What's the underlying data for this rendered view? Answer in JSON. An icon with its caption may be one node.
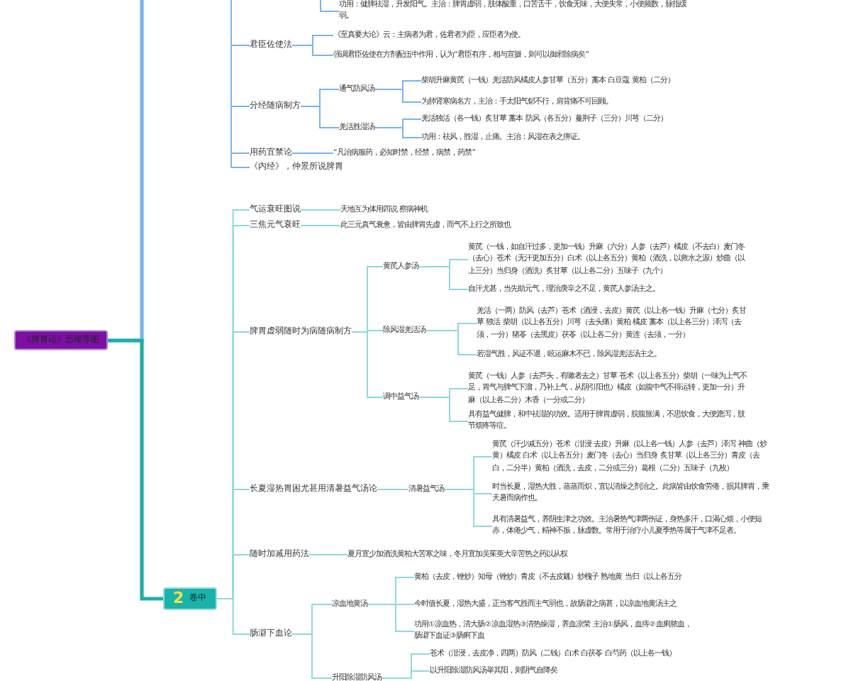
{
  "diagram": {
    "nodes": [
      {
        "text": [
          "《脾胃论》思维导图"
        ]
      },
      {
        "text": [
          "功用：健脾祛湿，升发阳气。主治：脾胃虚弱，肢体酸重，口苦舌干，饮食无味，大便失常，小便频数，脉指缓弱。"
        ]
      },
      {
        "text": [
          "君臣佐使法"
        ]
      },
      {
        "text": [
          "《至真要大论》云：主病者为君，佐君者为臣，应臣者为使。"
        ]
      },
      {
        "text": [
          "强调君臣佐使在方剂配伍中作用，认为“君臣有序，相与宣摄，则可以御邪除病矣”"
        ]
      },
      {
        "text": [
          "分经随病制方"
        ]
      },
      {
        "text": [
          "通气防风汤"
        ]
      },
      {
        "text": [
          "柴胡升麻黄芪（一钱）羌活防风橘皮人参甘草（五分）藁本 白豆蔻 黄柏（二分）"
        ]
      },
      {
        "text": [
          "为肺肾寒病名方，主治：手太阳气郁不行，肩背痛不可回顾。"
        ]
      },
      {
        "text": [
          "羌活胜湿汤"
        ]
      },
      {
        "text": [
          "羌活独活（各一钱）炙甘草 藁本 防风（各五分）蔓荆子（三分）川芎（二分）"
        ]
      },
      {
        "text": [
          "功用：祛风，胜湿，止痛。主治：风湿在表之痹证。"
        ]
      },
      {
        "text": [
          "用药宜禁论"
        ]
      },
      {
        "text": [
          "“凡治病服药，必知时禁，经禁，病禁，药禁”"
        ]
      },
      {
        "text": [
          "《内经》，仲景所说脾胃"
        ]
      },
      {
        "text": [
          "2",
          "卷中"
        ]
      },
      {
        "text": [
          "气运衰旺图说"
        ]
      },
      {
        "text": [
          "天地互为体用四说 察病神机"
        ]
      },
      {
        "text": [
          "三焦元气衰旺"
        ]
      },
      {
        "text": [
          "此三元真气衰惫，皆由脾胃先虚，而气不上行之所致也"
        ]
      },
      {
        "text": [
          "脾胃虚弱随时为病随病制方"
        ]
      },
      {
        "text": [
          "黄芪人参汤"
        ]
      },
      {
        "text": [
          "黄芪（一钱，如自汗过多，更加一钱）升麻（六分）人参（去芦）橘皮（不去白）麦门冬（去心）苍术（无汗更加五分）白术（以上各五分）黄柏（酒洗，以救水之源）炒曲（以上三分）当归身（酒洗）炙甘草（以上各二分）五味子（九个）"
        ]
      },
      {
        "text": [
          "自汗尤甚，当先助元气，理治庚辛之不足，黄芪人参汤主之。"
        ]
      },
      {
        "text": [
          "除风湿羌活汤"
        ]
      },
      {
        "text": [
          "羌活（一两）防风（去芦）苍术（酒浸，去皮）黄芪（以上各一钱）升麻（七分）炙甘草 独活 柴胡（以上各五分）川芎（去头痛）黄柏 橘皮 藁本（以上各三分）泽泻（去须，一分）猪苓（去黑皮）茯苓（以上各二分）黄连（去须，一分）"
        ]
      },
      {
        "text": [
          "若湿气胜，风证不退，眩运麻木不已，除风湿羌活汤主之。"
        ]
      },
      {
        "text": [
          "调中益气汤"
        ]
      },
      {
        "text": [
          "黄芪（一钱）人参（去芦头，有嗽者去之）甘草 苍术（以上各五分）柴胡（一味为上气不足，胃气与脾气下溜，乃补上气，从阴引阳也）橘皮（如腹中气不得运转，更加一分）升麻（以上各二分）木香（一分或二分）"
        ]
      },
      {
        "text": [
          "具有益气健脾，和中祛湿的功效。适用于脾胃虚弱，脘腹胀满，不思饮食，大便溏泻，肢节烦疼等症。"
        ]
      },
      {
        "text": [
          "长夏湿热胃困尤甚用清暑益气汤论"
        ]
      },
      {
        "text": [
          "清暑益气汤"
        ]
      },
      {
        "text": [
          "黄芪（汗少减五分）苍术（泔浸 去皮）升麻（以上各一钱）人参（去芦）泽泻 神曲（炒黄）橘皮 白术（以上各五分）麦门冬（去心）当归身 炙甘草（以上各三分）青皮（去白，二分半）黄柏（酒洗，去皮，二分或三分）葛根（二分）五味子（九枚）"
        ]
      },
      {
        "text": [
          "时当长夏，湿热大胜，蒸蒸而炽，宜以清燥之剂治之。此病皆由饮食劳倦，损其脾胃，乘天暑而病作也。"
        ]
      },
      {
        "text": [
          "具有清暑益气，养阴生津之功效。主治暑热气津两伤证，身热多汗，口渴心烦，小便短赤，体倦少气，精神不振，脉虚数。常用于治疗小儿夏季热等属于气津不足者。"
        ]
      },
      {
        "text": [
          "随时加减用药法"
        ]
      },
      {
        "text": [
          "夏月宜少加酒洗黄柏大苦寒之味，冬月宜加吴茱萸大辛苦热之药以从权"
        ]
      },
      {
        "text": [
          "肠澼下血论"
        ]
      },
      {
        "text": [
          "凉血地黄汤"
        ]
      },
      {
        "text": [
          "黄柏（去皮，锉炒）知母（锉炒）青皮（不去皮瓤）炒槐子 熟地黄 当归（以上各五分"
        ]
      },
      {
        "text": [
          "今时值长夏，湿热大盛，正当客气胜而主气弱也，故肠澼之病甚，以凉血地黄汤主之"
        ]
      },
      {
        "text": [
          "功用①凉血热，清大肠②凉血湿热③清热燥湿，养血凉荣 主治①肠风，血痔②血痢脓血，肠澼下血证③肠痢下血"
        ]
      },
      {
        "text": [
          "升阳除湿防风汤"
        ]
      },
      {
        "text": [
          "苍术（泔浸，去皮净，四两）防风（二钱）白术 白茯苓 白芍药（以上各一钱）"
        ]
      },
      {
        "text": [
          "以升阳除湿防风汤举其阳，则阴气自降矣"
        ]
      }
    ],
    "edges": [
      {
        "from": 0,
        "to": null,
        "arrow": "none",
        "style": "thick",
        "color": "#79b4ef"
      },
      {
        "from": null,
        "to": 1,
        "arrow": "none",
        "color": "#79b4ef"
      },
      {
        "from": null,
        "to": 2,
        "arrow": "none",
        "color": "#79b4ef"
      },
      {
        "from": 2,
        "to": 3,
        "arrow": "none",
        "color": "#79b4ef"
      },
      {
        "from": 2,
        "to": 4,
        "arrow": "none",
        "color": "#79b4ef"
      },
      {
        "from": null,
        "to": 5,
        "arrow": "none",
        "color": "#79b4ef"
      },
      {
        "from": 5,
        "to": 6,
        "arrow": "none",
        "color": "#79b4ef"
      },
      {
        "from": 6,
        "to": 7,
        "arrow": "none",
        "color": "#79b4ef"
      },
      {
        "from": 6,
        "to": 8,
        "arrow": "none",
        "color": "#79b4ef"
      },
      {
        "from": 5,
        "to": 9,
        "arrow": "none",
        "color": "#79b4ef"
      },
      {
        "from": 9,
        "to": 10,
        "arrow": "none",
        "color": "#79b4ef"
      },
      {
        "from": 9,
        "to": 11,
        "arrow": "none",
        "color": "#79b4ef"
      },
      {
        "from": null,
        "to": 12,
        "arrow": "none",
        "color": "#79b4ef"
      },
      {
        "from": 12,
        "to": 13,
        "arrow": "none",
        "color": "#79b4ef"
      },
      {
        "from": null,
        "to": 14,
        "arrow": "none",
        "color": "#79b4ef"
      },
      {
        "from": 0,
        "to": 15,
        "arrow": "none",
        "style": "thick",
        "color": "#1ab0a8"
      },
      {
        "from": 15,
        "to": 16,
        "arrow": "none"
      },
      {
        "from": 16,
        "to": 17,
        "arrow": "none"
      },
      {
        "from": 15,
        "to": 18,
        "arrow": "none"
      },
      {
        "from": 18,
        "to": 19,
        "arrow": "none"
      },
      {
        "from": 15,
        "to": 20,
        "arrow": "none"
      },
      {
        "from": 20,
        "to": 21,
        "arrow": "none"
      },
      {
        "from": 21,
        "to": 22,
        "arrow": "none"
      },
      {
        "from": 21,
        "to": 23,
        "arrow": "none"
      },
      {
        "from": 20,
        "to": 24,
        "arrow": "none"
      },
      {
        "from": 24,
        "to": 25,
        "arrow": "none"
      },
      {
        "from": 24,
        "to": 26,
        "arrow": "none"
      },
      {
        "from": 20,
        "to": 27,
        "arrow": "none"
      },
      {
        "from": 27,
        "to": 28,
        "arrow": "none"
      },
      {
        "from": 27,
        "to": 29,
        "arrow": "none"
      },
      {
        "from": 15,
        "to": 30,
        "arrow": "none"
      },
      {
        "from": 30,
        "to": 31,
        "arrow": "none"
      },
      {
        "from": 31,
        "to": 32,
        "arrow": "none"
      },
      {
        "from": 31,
        "to": 33,
        "arrow": "none"
      },
      {
        "from": 31,
        "to": 34,
        "arrow": "none"
      },
      {
        "from": 15,
        "to": 35,
        "arrow": "none"
      },
      {
        "from": 35,
        "to": 36,
        "arrow": "none"
      },
      {
        "from": 15,
        "to": 37,
        "arrow": "none"
      },
      {
        "from": 37,
        "to": 38,
        "arrow": "none"
      },
      {
        "from": 38,
        "to": 39,
        "arrow": "none"
      },
      {
        "from": 38,
        "to": 40,
        "arrow": "none"
      },
      {
        "from": 38,
        "to": 41,
        "arrow": "none"
      },
      {
        "from": 37,
        "to": 42,
        "arrow": "none"
      },
      {
        "from": 42,
        "to": 43,
        "arrow": "none"
      },
      {
        "from": 42,
        "to": 44,
        "arrow": "none"
      }
    ]
  }
}
